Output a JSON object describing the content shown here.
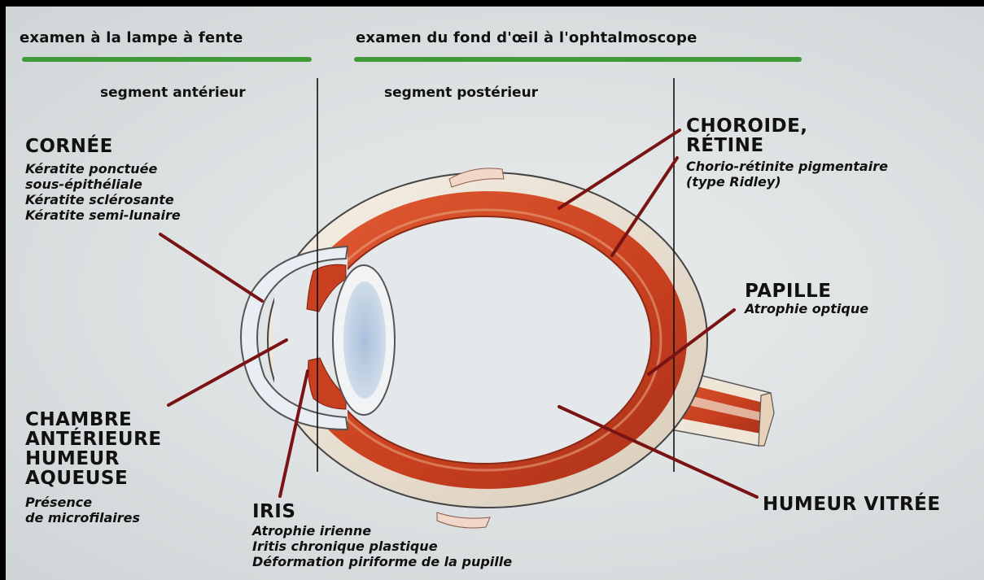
{
  "header": {
    "left": "examen à la lampe à fente",
    "right": "examen du fond d'œil à l'ophtalmoscope"
  },
  "segments": {
    "anterior": "segment antérieur",
    "posterior": "segment postérieur"
  },
  "labels": {
    "cornea": {
      "title": "CORNÉE",
      "lines": [
        "Kératite ponctuée",
        "sous-épithéliale",
        "Kératite sclérosante",
        "Kératite  semi-lunaire"
      ]
    },
    "choroid": {
      "title_lines": [
        "CHOROIDE,",
        "RÉTINE"
      ],
      "lines": [
        "Chorio-rétinite pigmentaire",
        "(type Ridley)"
      ]
    },
    "papilla": {
      "title": "PAPILLE",
      "lines": [
        "Atrophie optique"
      ]
    },
    "anterior_chamber": {
      "title_lines": [
        "CHAMBRE",
        "ANTÉRIEURE",
        "HUMEUR",
        "AQUEUSE"
      ],
      "lines": [
        "Présence",
        "de microfilaires"
      ]
    },
    "iris": {
      "title": "IRIS",
      "lines": [
        "Atrophie irienne",
        "Iritis chronique plastique",
        "Déformation piriforme de la pupille"
      ]
    },
    "vitreous": {
      "title": "HUMEUR VITRÉE"
    }
  },
  "colors": {
    "header_bar": "#3f9a37",
    "leader_line": "#7a1414",
    "choroid": "#cf4a28",
    "sclera": "#efe7dc",
    "lens": "#c9d7e6"
  }
}
